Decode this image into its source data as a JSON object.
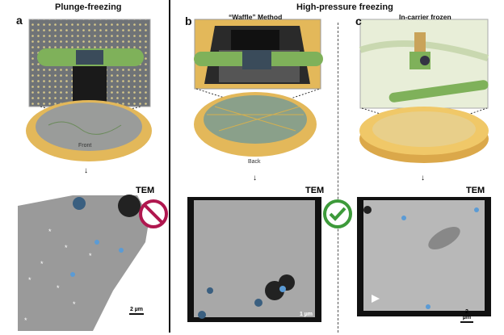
{
  "header": {
    "plunge_title": "Plunge-freezing",
    "hpf_title": "High-pressure freezing"
  },
  "panels": [
    {
      "letter": "a",
      "subtitle": "",
      "grid_side": "Front",
      "tem_label": "TEM",
      "scale_bar": "2 µm",
      "verdict": "not-suitable"
    },
    {
      "letter": "b",
      "subtitle": "“Waffle” Method",
      "grid_side": "Back",
      "tem_label": "TEM",
      "scale_bar": "1 µm",
      "verdict": "suitable"
    },
    {
      "letter": "c",
      "subtitle": "In-carrier frozen",
      "grid_side": "",
      "tem_label": "TEM",
      "scale_bar": "2 µm",
      "verdict": ""
    }
  ],
  "colors": {
    "gold": "#e3b85a",
    "green_sample": "#7fb15a",
    "prohibit": "#b0174f",
    "check": "#3d9a3a"
  }
}
